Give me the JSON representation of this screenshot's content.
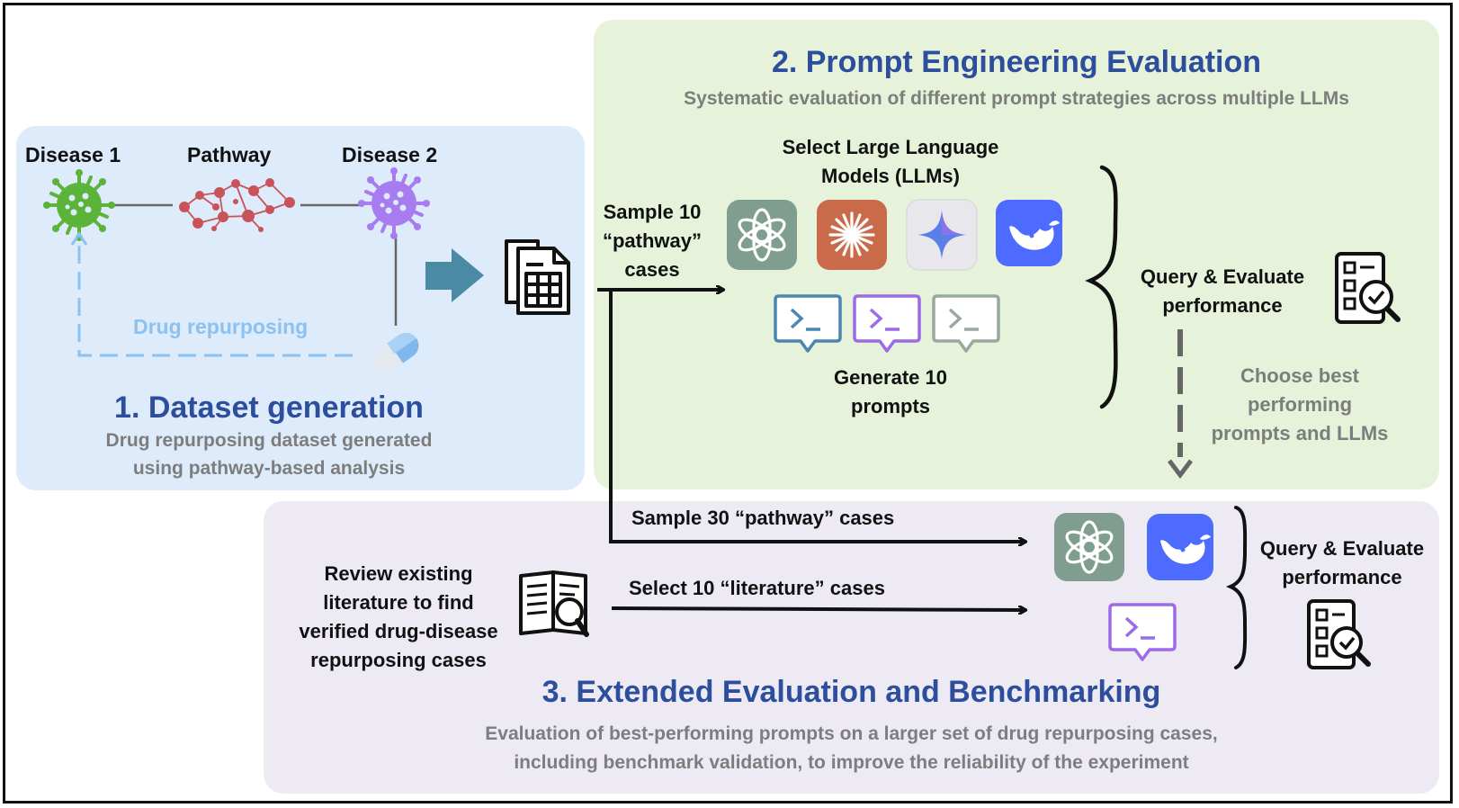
{
  "section1": {
    "node_disease1": "Disease 1",
    "node_pathway": "Pathway",
    "node_disease2": "Disease 2",
    "drug_repurposing": "Drug repurposing",
    "title": "1. Dataset generation",
    "subtitle_line1": "Drug repurposing dataset generated",
    "subtitle_line2": "using pathway-based analysis"
  },
  "section2": {
    "title": "2. Prompt Engineering Evaluation",
    "subtitle": "Systematic evaluation of different prompt strategies across multiple LLMs",
    "select_llms_line1": "Select Large Language",
    "select_llms_line2": "Models (LLMs)",
    "sample_line1": "Sample 10",
    "sample_line2": "“pathway”",
    "sample_line3": "cases",
    "generate_line1": "Generate 10",
    "generate_line2": "prompts",
    "query_line1": "Query & Evaluate",
    "query_line2": "performance",
    "choose_line1": "Choose best",
    "choose_line2": "performing",
    "choose_line3": "prompts and LLMs"
  },
  "section3": {
    "title": "3. Extended Evaluation and Benchmarking",
    "subtitle_line1": "Evaluation of best-performing prompts on a larger set of drug repurposing cases,",
    "subtitle_line2": "including benchmark validation, to improve the reliability of the experiment",
    "sample30": "Sample 30 “pathway” cases",
    "select10": "Select 10 “literature” cases",
    "review_line1": "Review existing",
    "review_line2": "literature to find",
    "review_line3": "verified drug-disease",
    "review_line4": "repurposing cases",
    "query_line1": "Query & Evaluate",
    "query_line2": "performance"
  },
  "colors": {
    "title_blue": "#2d4e9c",
    "subtitle_gray": "#7d7d7d",
    "drug_blue": "#8cc2f0",
    "panel1": "#deebfa",
    "panel2": "#e6f2da",
    "panel3": "#eeeaf4",
    "gpt_tile": "#7f9e90",
    "claude_tile": "#c96a4a",
    "gemini_tile": "#e8e8ec",
    "deepseek_tile": "#4d6bfe",
    "prompt_blue": "#4a86b0",
    "prompt_purple": "#9b6be8",
    "prompt_gray": "#9aa8a0",
    "virus_green": "#5bb33a",
    "virus_purple": "#a77cf0",
    "pathway_red": "#c8545a"
  },
  "icons": [
    "virus-icon",
    "pathway-network-icon",
    "pill-icon",
    "dataset-documents-icon",
    "chatgpt-icon",
    "claude-icon",
    "gemini-icon",
    "deepseek-icon",
    "prompt-terminal-icon",
    "evaluation-checklist-icon",
    "literature-book-icon"
  ]
}
